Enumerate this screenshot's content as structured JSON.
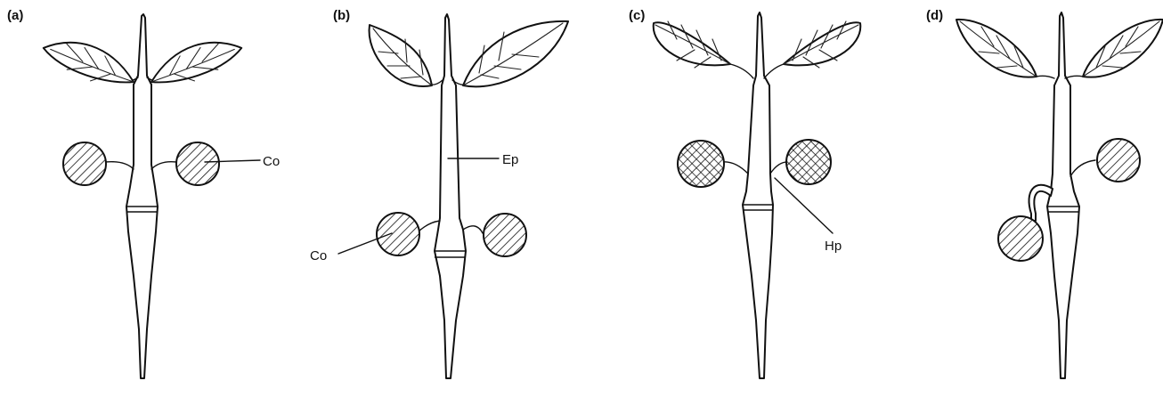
{
  "panels": [
    {
      "label": "(a)"
    },
    {
      "label": "(b)"
    },
    {
      "label": "(c)"
    },
    {
      "label": "(d)"
    }
  ],
  "callouts": {
    "a_co": "Co",
    "b_ep": "Ep",
    "b_co": "Co",
    "c_hp": "Hp"
  }
}
